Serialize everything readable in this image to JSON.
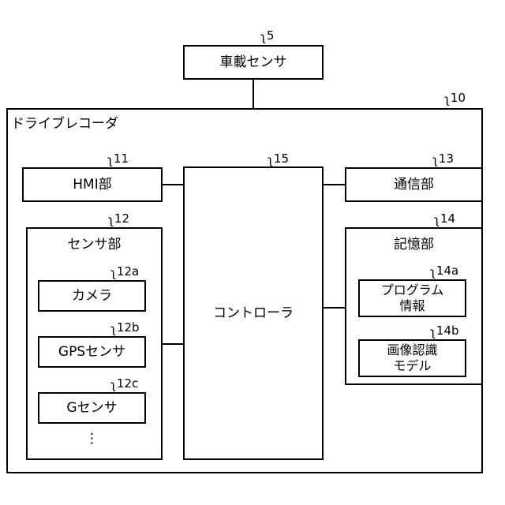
{
  "diagram": {
    "type": "block-diagram",
    "title": "",
    "background_color": "#ffffff",
    "line_color": "#000000",
    "reference_mark": "ʅ",
    "nodes": {
      "vehicle_sensor": {
        "label": "車載センサ",
        "ref": "5"
      },
      "drive_recorder": {
        "label": "ドライブレコーダ",
        "ref": "10"
      },
      "hmi_unit": {
        "label": "HMI部",
        "ref": "11"
      },
      "controller": {
        "label": "コントローラ",
        "ref": "15"
      },
      "communication_unit": {
        "label": "通信部",
        "ref": "13"
      },
      "sensor_unit": {
        "label": "センサ部",
        "ref": "12"
      },
      "camera": {
        "label": "カメラ",
        "ref": "12a"
      },
      "gps_sensor": {
        "label": "GPSセンサ",
        "ref": "12b"
      },
      "g_sensor": {
        "label": "Gセンサ",
        "ref": "12c"
      },
      "sensor_more": {
        "label": "⋮"
      },
      "storage_unit": {
        "label": "記憶部",
        "ref": "14"
      },
      "program_information": {
        "label": "プログラム\n情報",
        "ref": "14a"
      },
      "image_recognition_model": {
        "label": "画像認識\nモデル",
        "ref": "14b"
      }
    }
  }
}
